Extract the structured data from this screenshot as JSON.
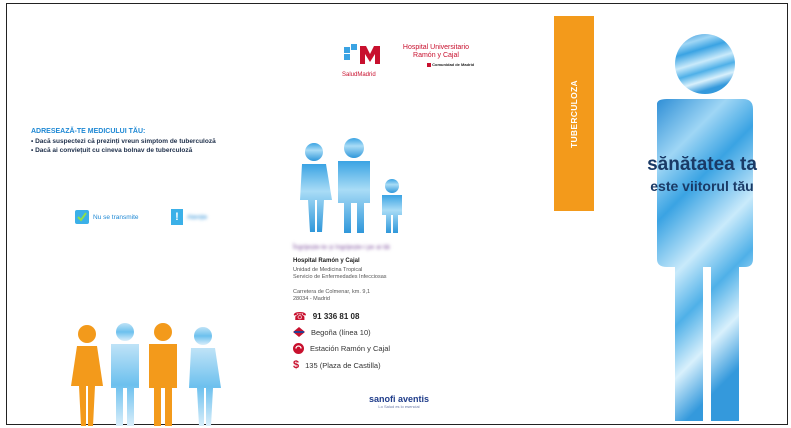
{
  "logo": {
    "brand": "SaludMadrid",
    "hospital_line1": "Hospital Universitario",
    "hospital_line2": "Ramón y Cajal",
    "community": "Comunidad de Madrid"
  },
  "vertical_tab": "TUBERCULOZA",
  "headline": {
    "line1": "sănătatea ta",
    "line2": "este viitorul tău"
  },
  "left_panel": {
    "heading": "ADRESEAZĂ-TE MEDICULUI TĂU:",
    "bullets": [
      "• Dacă suspectezi că prezinți vreun simptom de tuberculoză",
      "• Dacă ai conviețuit cu cineva bolnav de tuberculoză"
    ],
    "badge_check_label": "Nu se transmite",
    "badge_excl_label": "Atenție"
  },
  "center_panel": {
    "blurred_line": "Îngrijește-te și îngrijește-i pe ai tăi",
    "hospital_name": "Hospital Ramón y Cajal",
    "unit": "Unidad de Medicina Tropical",
    "service": "Servicio de Enfermedades Infecciosas",
    "address1": "Carretera de Colmenar, km. 9,1",
    "address2": "28034 - Madrid",
    "phone": "91 336 81 08",
    "metro": "Begoña (línea 10)",
    "train": "Estación Ramón y Cajal",
    "bus": "135 (Plaza de Castilla)",
    "sponsor": "sanofi aventis",
    "sponsor_tagline": "Lo Salud es lo esencial"
  },
  "colors": {
    "orange": "#f39a1b",
    "sky": "#3aa3e3",
    "navy": "#1a3a66",
    "brand_red": "#c8102e"
  }
}
